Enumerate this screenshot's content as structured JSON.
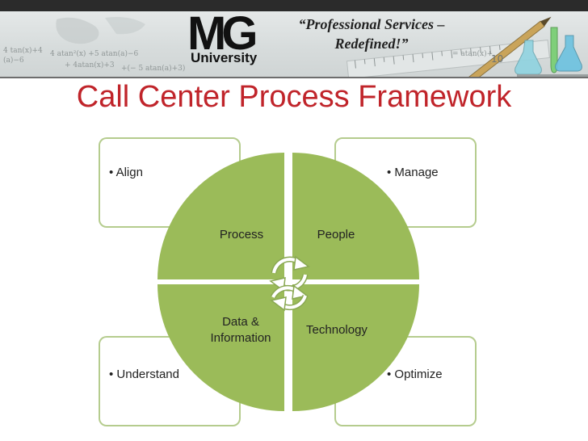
{
  "header": {
    "logo_text": "MG",
    "logo_subtext": "University",
    "tagline_line1": "“Professional Services –",
    "tagline_line2": "Redefined!”",
    "background_math": [
      "4 tan(x)+4",
      "(a)−6",
      "4 atan²(x) +5 atan(a)−6",
      "+ 4atan(x)+3",
      "+(− 5 atan(a)+3)",
      "= atan(x)+",
      "10"
    ]
  },
  "slide": {
    "title": "Call Center Process Framework"
  },
  "quadrants": {
    "top_left": "Process",
    "top_right": "People",
    "bottom_left_line1": "Data &",
    "bottom_left_line2": "Information",
    "bottom_right": "Technology"
  },
  "corners": {
    "top_left": "• Align",
    "top_right": "• Manage",
    "bottom_left": "• Understand",
    "bottom_right": "• Optimize"
  },
  "colors": {
    "title": "#c0242a",
    "quadrant_fill": "#9bbb59",
    "corner_border": "#b5cc8e",
    "arrow_fill": "#ffffff",
    "arrow_stroke": "#8aa853"
  }
}
